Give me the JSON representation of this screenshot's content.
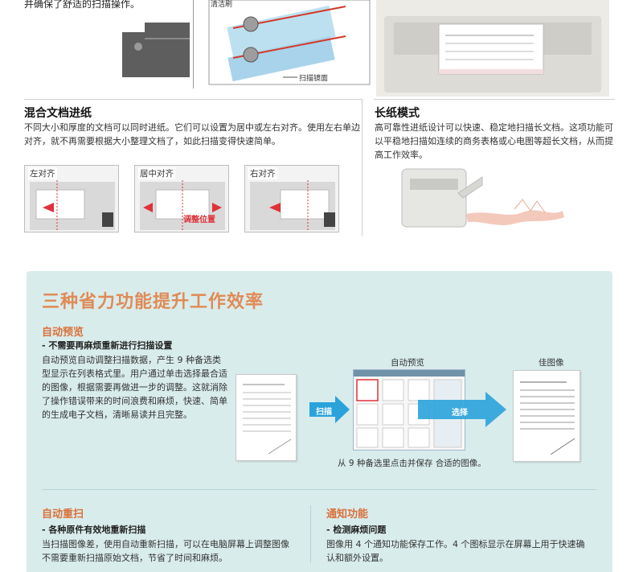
{
  "top": {
    "text": "并确保了舒适的扫描操作。",
    "left_labels": {
      "brush": "清洁刷",
      "mirror": "扫描镜面"
    }
  },
  "mixed": {
    "title": "混合文档进纸",
    "desc": "不同大小和厚度的文档可以同时进纸。它们可以设置为居中或左右对齐。使用左右单边对齐，就不再需要根据大小整理文档了，如此扫描变得快速简单。",
    "thumbs": [
      "左对齐",
      "居中对齐",
      "右对齐"
    ],
    "adjust_label": "调整位置"
  },
  "long": {
    "title": "长纸模式",
    "desc": "高可靠性进纸设计可以快速、稳定地扫描长文档。这项功能可以平稳地扫描如连续的商务表格或心电图等超长文档，从而提高工作效率。"
  },
  "efficiency": {
    "title": "三种省力功能提升工作效率",
    "auto_preview": {
      "title": "自动预览",
      "subtitle": "- 不需要再麻烦重新进行扫描设置",
      "desc": "自动预览自动调整扫描数据，产生 9 种备选类型显示在列表格式里。用户通过单击选择最合适的图像，根据需要再做进一步的调整。这就消除了操作错误带来的时间浪费和麻烦，快速、简单的生成电子文档，清晰易读并且完整。",
      "screen_label": "自动预览",
      "best_label": "佳图像",
      "scan_label": "扫描",
      "select_label": "选择",
      "caption": "从 9 种备选里点击并保存   合适的图像。"
    },
    "auto_rescan": {
      "title": "自动重扫",
      "subtitle": "- 各种原件有效地重新扫描",
      "desc": "当扫描图像差，使用自动重新扫描，可以在电脑屏幕上调整图像不需要重新扫描原始文档，节省了时间和麻烦。"
    },
    "notify": {
      "title": "通知功能",
      "subtitle": "- 检测麻烦问题",
      "desc": "图像用 4 个通知功能保存工作。4 个图标显示在屏幕上用于快速确认和额外设置。"
    }
  },
  "colors": {
    "accent_orange": "#e08a55",
    "panel_bg": "#d9ecec",
    "arrow_blue": "#2aa3db",
    "alert_red": "#e0313a"
  }
}
